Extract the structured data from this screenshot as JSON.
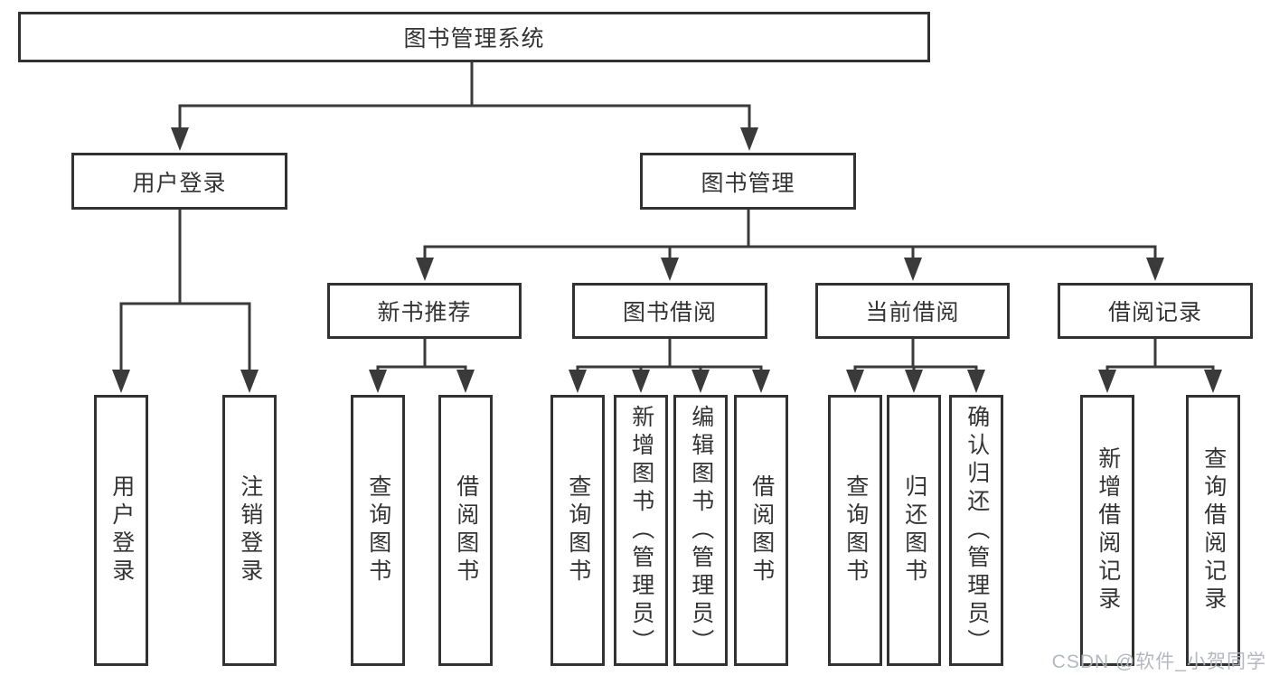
{
  "tree": {
    "root": {
      "label": "图书管理系统"
    },
    "branches": [
      {
        "label": "用户登录",
        "children": [
          {
            "label": "用户登录"
          },
          {
            "label": "注销登录"
          }
        ]
      },
      {
        "label": "图书管理",
        "children": [
          {
            "label": "新书推荐",
            "children": [
              {
                "label": "查询图书"
              },
              {
                "label": "借阅图书"
              }
            ]
          },
          {
            "label": "图书借阅",
            "children": [
              {
                "label": "查询图书"
              },
              {
                "label": "新增图书（管理员）"
              },
              {
                "label": "编辑图书（管理员）"
              },
              {
                "label": "借阅图书"
              }
            ]
          },
          {
            "label": "当前借阅",
            "children": [
              {
                "label": "查询图书"
              },
              {
                "label": "归还图书"
              },
              {
                "label": "确认归还（管理员）"
              }
            ]
          },
          {
            "label": "借阅记录",
            "children": [
              {
                "label": "新增借阅记录"
              },
              {
                "label": "查询借阅记录"
              }
            ]
          }
        ]
      }
    ]
  },
  "watermark": {
    "text": "CSDN @软件_小贺同学"
  },
  "colors": {
    "line": "#3a3a3a",
    "box_border": "#323232",
    "text": "#333333",
    "watermark": "#b0b4be",
    "background": "#ffffff"
  }
}
